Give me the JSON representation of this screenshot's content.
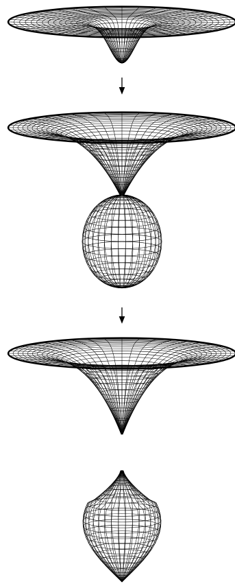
{
  "figure": {
    "panels": [
      {
        "id": "stage-1",
        "description_none": ""
      },
      {
        "id": "stage-2"
      },
      {
        "id": "stage-3"
      }
    ],
    "arrows": [
      {
        "from": "stage-1",
        "to": "stage-2"
      },
      {
        "from": "stage-2",
        "to": "stage-3"
      }
    ],
    "colors": {
      "ink": "#000000",
      "paper": "#ffffff"
    }
  }
}
